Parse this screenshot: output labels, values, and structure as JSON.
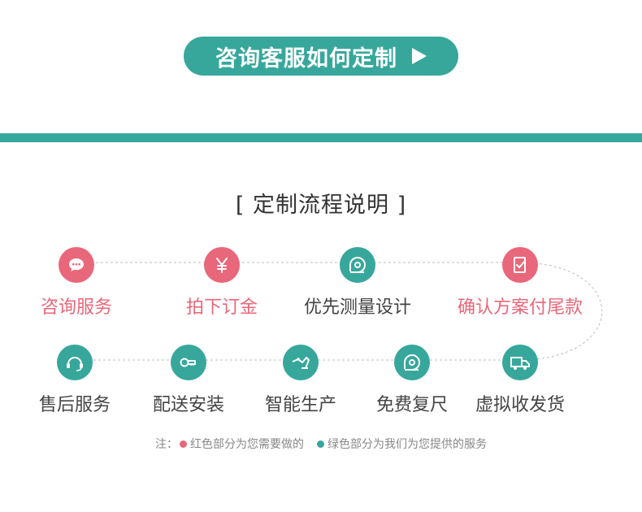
{
  "cta": {
    "label": "咨询客服如何定制"
  },
  "section": {
    "title": "[ 定制流程说明 ]"
  },
  "steps_row1": [
    {
      "label": "咨询服务",
      "type": "red",
      "icon": "chat-bubble-icon"
    },
    {
      "label": "拍下订金",
      "type": "red",
      "icon": "yen-icon"
    },
    {
      "label": "优先测量设计",
      "type": "green",
      "icon": "tape-measure-icon"
    },
    {
      "label": "确认方案付尾款",
      "type": "red",
      "icon": "checklist-icon"
    }
  ],
  "steps_row2": [
    {
      "label": "售后服务",
      "type": "green",
      "icon": "headset-icon"
    },
    {
      "label": "配送安装",
      "type": "green",
      "icon": "wrench-icon"
    },
    {
      "label": "智能生产",
      "type": "green",
      "icon": "production-machine-icon"
    },
    {
      "label": "免费复尺",
      "type": "green",
      "icon": "tape-measure-icon"
    },
    {
      "label": "虚拟收发货",
      "type": "green",
      "icon": "truck-icon"
    }
  ],
  "note": {
    "prefix": "注：",
    "red_text": "红色部分为您需要做的",
    "green_text": "绿色部分为我们为您提供的服务"
  },
  "colors": {
    "accent_green": "#37a79c",
    "accent_red": "#e9677a"
  }
}
